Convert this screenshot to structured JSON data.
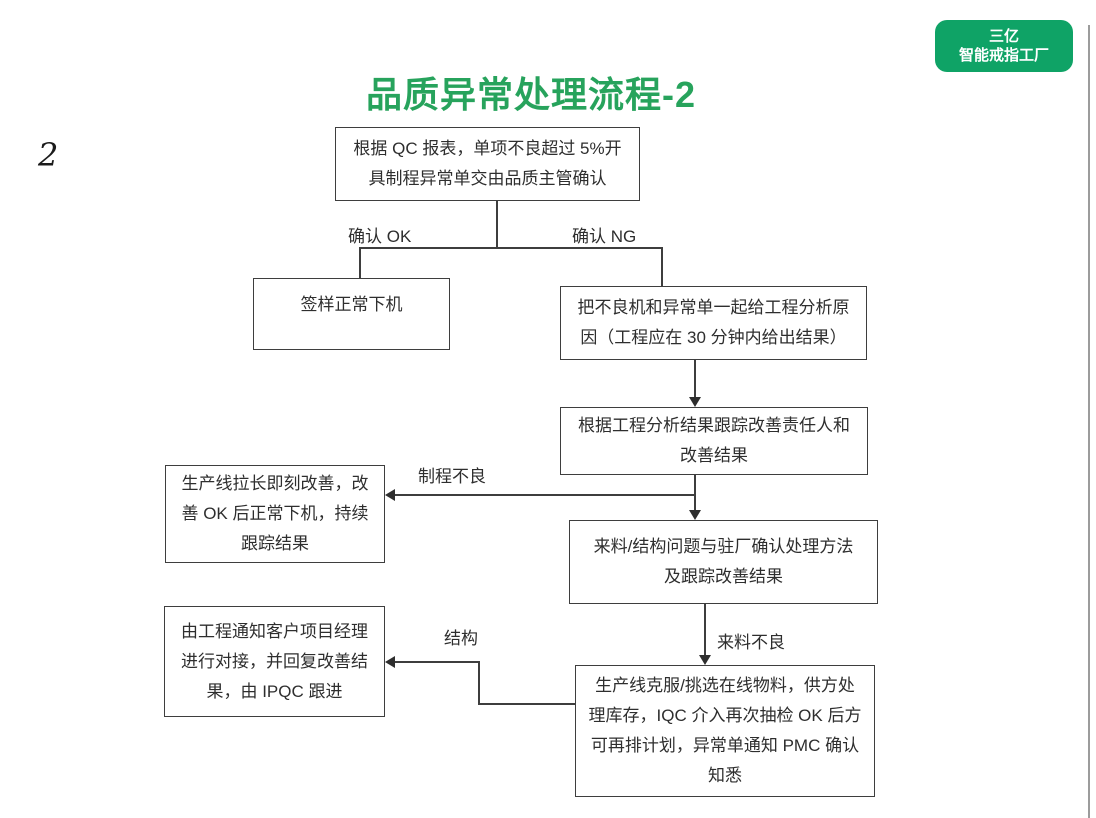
{
  "page": {
    "page_number": "2",
    "title": "品质异常处理流程-2",
    "badge": {
      "line1": "三亿",
      "line2": "智能戒指工厂"
    }
  },
  "colors": {
    "title_green": "#27A35C",
    "badge_green": "#0FA366",
    "flow_line": "#3E3E3E",
    "right_border_gray": "#9C9C9C"
  },
  "flowchart": {
    "nodes": {
      "qc_report": "根据 QC 报表，单项不良超过 5%开\n具制程异常单交由品质主管确认",
      "sign_off": "签样正常下机",
      "engineer_analysis": "把不良机和异常单一起给工程分析原\n因（工程应在 30 分钟内给出结果）",
      "track_result": "根据工程分析结果跟踪改善责任人和\n改善结果",
      "line_leader_improve": "生产线拉长即刻改善，改\n善 OK 后正常下机，持续\n跟踪结果",
      "material_structure_confirm": "来料/结构问题与驻厂确认处理方法\n及跟踪改善结果",
      "notify_customer_pm": "由工程通知客户项目经理\n进行对接，并回复改善结\n果，由 IPQC 跟进",
      "line_overcome": "生产线克服/挑选在线物料，供方处\n理库存，IQC 介入再次抽检 OK 后方\n可再排计划，异常单通知 PMC 确认\n知悉"
    },
    "labels": {
      "confirm_ok": "确认 OK",
      "confirm_ng": "确认 NG",
      "process_defect": "制程不良",
      "structure": "结构",
      "incoming_defect": "来料不良"
    }
  }
}
